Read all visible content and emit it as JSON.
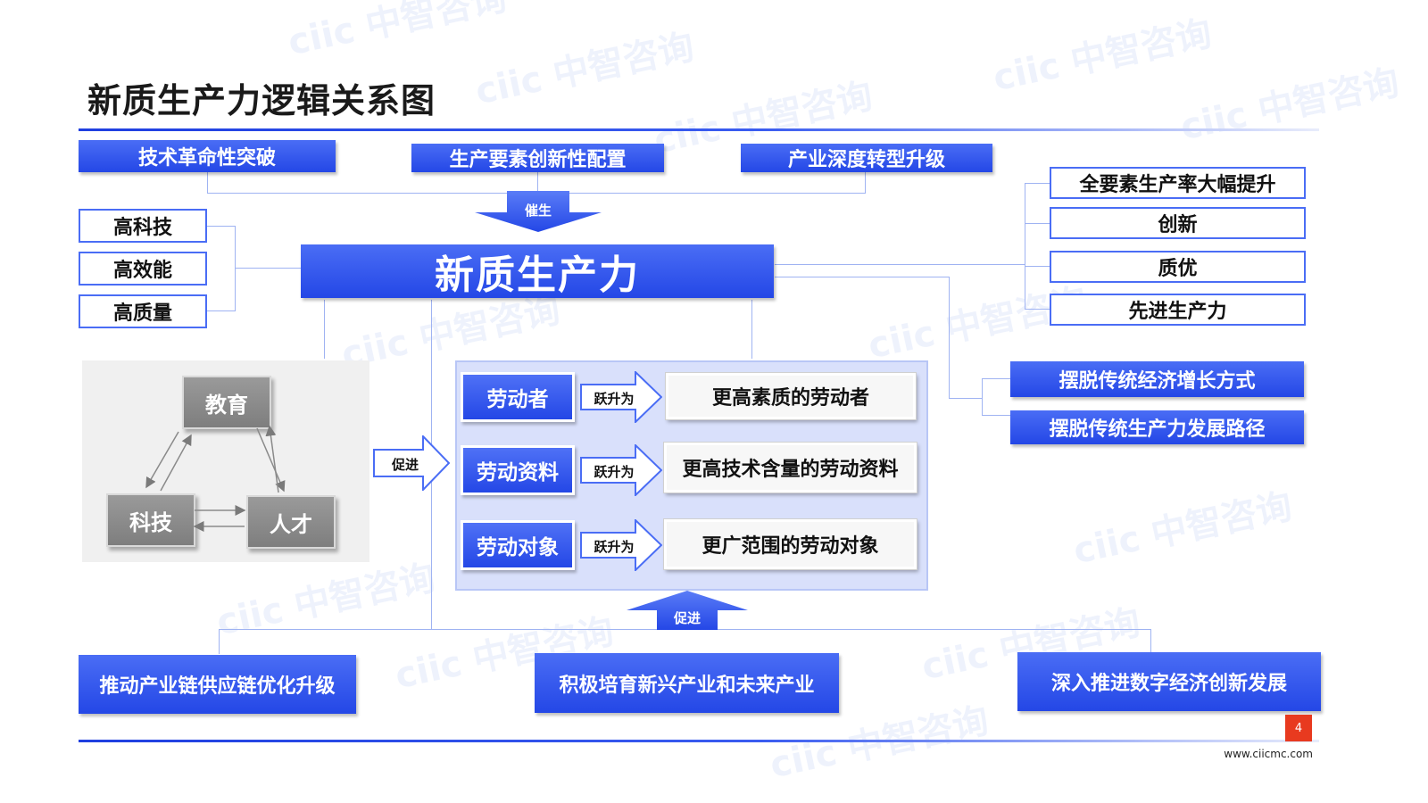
{
  "title": "新质生产力逻辑关系图",
  "top_bars": [
    "技术革命性突破",
    "生产要素创新性配置",
    "产业深度转型升级"
  ],
  "cui_sheng": "催生",
  "center": "新质生产力",
  "left_traits": [
    "高科技",
    "高效能",
    "高质量"
  ],
  "right_traits": [
    "全要素生产率大幅提升",
    "创新",
    "质优",
    "先进生产力"
  ],
  "right_escape": [
    "摆脱传统经济增长方式",
    "摆脱传统生产力发展路径"
  ],
  "triangle": {
    "education": "教育",
    "tech": "科技",
    "talent": "人才"
  },
  "cujin_left": "促进",
  "cujin_bottom": "促进",
  "rows": [
    {
      "left": "劳动者",
      "verb": "跃升为",
      "right": "更高素质的劳动者"
    },
    {
      "left": "劳动资料",
      "verb": "跃升为",
      "right": "更高技术含量的劳动资料"
    },
    {
      "left": "劳动对象",
      "verb": "跃升为",
      "right": "更广范围的劳动对象"
    }
  ],
  "bottom_bars": [
    "推动产业链供应链优化升级",
    "积极培育新兴产业和未来产业",
    "深入推进数字经济创新发展"
  ],
  "page_number": "4",
  "website": "www.ciicmc.com",
  "watermark": "ciic 中智咨询",
  "colors": {
    "primary_blue": "#2447e6",
    "light_blue": "#4a6df5",
    "gray": "#8a8a8a",
    "page_badge": "#e83a1f"
  }
}
